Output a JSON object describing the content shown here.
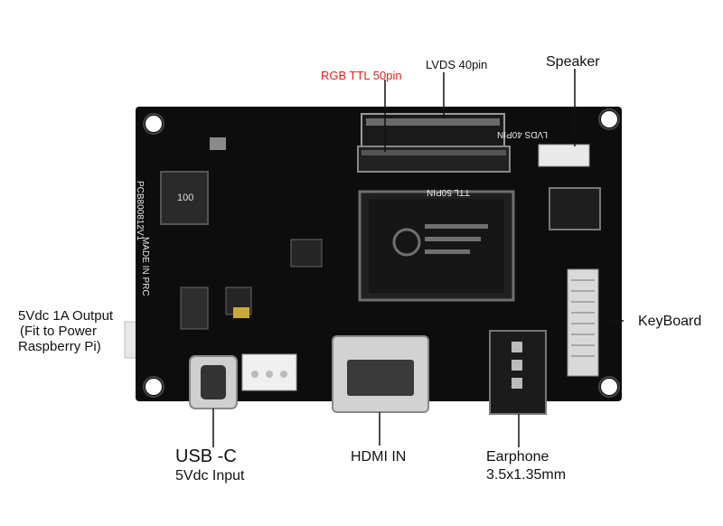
{
  "labels": {
    "rgb_ttl": "RGB TTL 50pin",
    "lvds": "LVDS 40pin",
    "speaker": "Speaker",
    "output_line1": "5Vdc 1A Output",
    "output_line2": "(Fit to Power",
    "output_line3": "Raspberry Pi)",
    "keyboard": "KeyBoard",
    "usbc": "USB -C",
    "usbc_sub": "5Vdc Input",
    "hdmi": "HDMI IN",
    "earphone": "Earphone",
    "earphone_sub": "3.5x1.35mm"
  },
  "silkscreen": {
    "board_id": "PCB800812V1",
    "made_in": "MADE IN PRC",
    "lvds_conn": "LVDS 40PIN",
    "ttl_conn": "TTL 50PIN",
    "inductor": "100"
  },
  "colors": {
    "board": "#0d0d0d",
    "rgb_label": "#e0201c",
    "label_text": "#111111",
    "leader_line": "#111111"
  }
}
